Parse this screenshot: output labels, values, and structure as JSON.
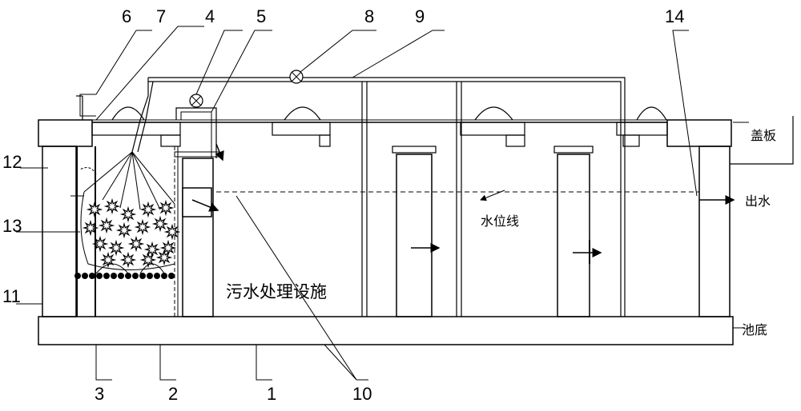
{
  "labels": {
    "n1": "1",
    "n2": "2",
    "n3": "3",
    "n4": "4",
    "n5": "5",
    "n6": "6",
    "n7": "7",
    "n8": "8",
    "n9": "9",
    "n10": "10",
    "n11": "11",
    "n12": "12",
    "n13": "13",
    "n14": "14",
    "cover_plate": "盖板",
    "outlet": "出水",
    "water_level": "水位线",
    "facility": "污水处理设施",
    "tank_bottom": "池底"
  }
}
